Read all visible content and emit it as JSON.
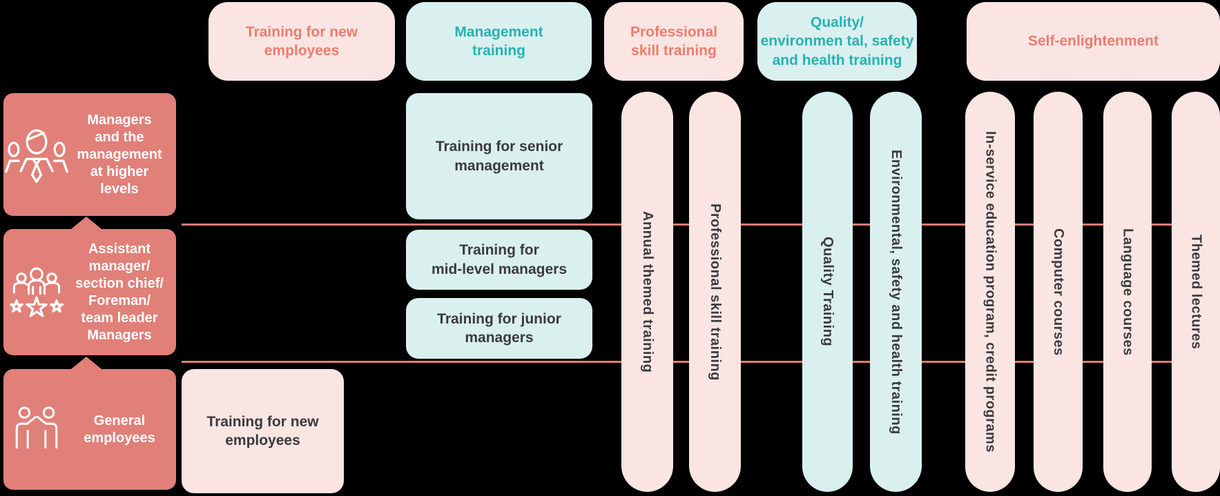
{
  "diagram": {
    "title_implicit": "Employee training system matrix",
    "column_headers": [
      {
        "label": "Training for new\nemployees",
        "theme": "pink"
      },
      {
        "label": "Management\ntraining",
        "theme": "teal"
      },
      {
        "label": "Professional\nskill training",
        "theme": "pink"
      },
      {
        "label": "Quality/\nenvironmen tal, safety\nand health training",
        "theme": "teal"
      },
      {
        "label": "Self-enlightenment",
        "theme": "pink"
      }
    ],
    "row_headers": [
      {
        "label": "Managers\nand the\nmanagement\nat higher\nlevels",
        "icon": "manager-team-icon"
      },
      {
        "label": "Assistant\nmanager/\nsection chief/\nForeman/\nteam leader\nManagers",
        "icon": "team-stars-icon"
      },
      {
        "label": "General\nemployees",
        "icon": "high-five-icon"
      }
    ],
    "cell_boxes": [
      {
        "label": "Training for senior\nmanagement",
        "column": "Management training",
        "row": "Managers and the management at higher levels",
        "theme": "teal"
      },
      {
        "label": "Training for\nmid-level managers",
        "column": "Management training",
        "row": "Assistant manager/section chief/Foreman/team leader Managers",
        "theme": "teal"
      },
      {
        "label": "Training for junior\nmanagers",
        "column": "Management training",
        "row": "Assistant manager/section chief/Foreman/team leader Managers",
        "theme": "teal"
      },
      {
        "label": "Training for new\nemployees",
        "column": "Training for new employees",
        "row": "General employees",
        "theme": "pink"
      }
    ],
    "vertical_pills": [
      {
        "label": "Annual themed training",
        "column": "Professional skill training",
        "theme": "pink"
      },
      {
        "label": "Professional skill training",
        "column": "Professional skill training",
        "theme": "pink"
      },
      {
        "label": "Quality Training",
        "column": "Quality/environmental, safety and health training",
        "theme": "teal"
      },
      {
        "label": "Environmental, safety and health training",
        "column": "Quality/environmental, safety and health training",
        "theme": "teal"
      },
      {
        "label": "In-service education program, credit programs",
        "column": "Self-enlightenment",
        "theme": "pink"
      },
      {
        "label": "Computer courses",
        "column": "Self-enlightenment",
        "theme": "pink"
      },
      {
        "label": "Language courses",
        "column": "Self-enlightenment",
        "theme": "pink"
      },
      {
        "label": "Themed lectures",
        "column": "Self-enlightenment",
        "theme": "pink"
      }
    ],
    "colors": {
      "background": "#000000",
      "row_header_fill": "#E08078",
      "pink_fill": "#FBE5E2",
      "teal_fill": "#D9F0EF",
      "pink_text": "#ED7C6F",
      "teal_text": "#26B2B2",
      "dark_text": "#3A3A3E",
      "divider_line": "#E87A6D",
      "row_header_text": "#FFFFFF"
    }
  }
}
